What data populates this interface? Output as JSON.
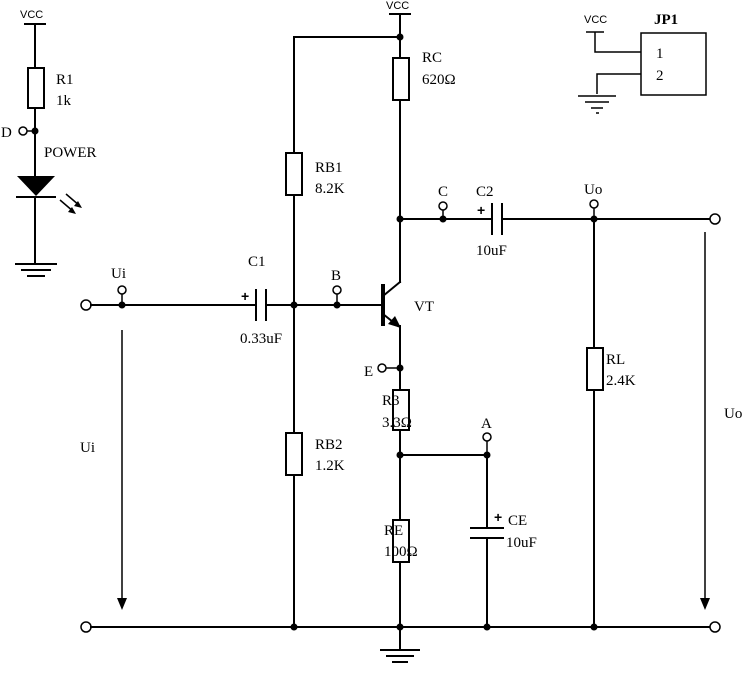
{
  "supply": {
    "vcc": "VCC"
  },
  "power_indicator": {
    "resistor_name": "R1",
    "resistor_value": "1k",
    "node": "D",
    "led_label": "POWER"
  },
  "jumper": {
    "name": "JP1",
    "pin1": "1",
    "pin2": "2"
  },
  "components": {
    "rc": {
      "name": "RC",
      "value": "620Ω"
    },
    "rb1": {
      "name": "RB1",
      "value": "8.2K"
    },
    "rb2": {
      "name": "RB2",
      "value": "1.2K"
    },
    "r3": {
      "name": "R3",
      "value": "3.3Ω"
    },
    "re": {
      "name": "RE",
      "value": "100Ω"
    },
    "rl": {
      "name": "RL",
      "value": "2.4K"
    },
    "c1": {
      "name": "C1",
      "value": "0.33uF"
    },
    "c2": {
      "name": "C2",
      "value": "10uF"
    },
    "ce": {
      "name": "CE",
      "value": "10uF"
    },
    "transistor": {
      "name": "VT"
    }
  },
  "test_points": {
    "b": "B",
    "c": "C",
    "e": "E",
    "a": "A",
    "ui": "Ui",
    "uo": "Uo"
  },
  "signals": {
    "input": "Ui",
    "output": "Uo"
  },
  "polarity_mark": "+"
}
